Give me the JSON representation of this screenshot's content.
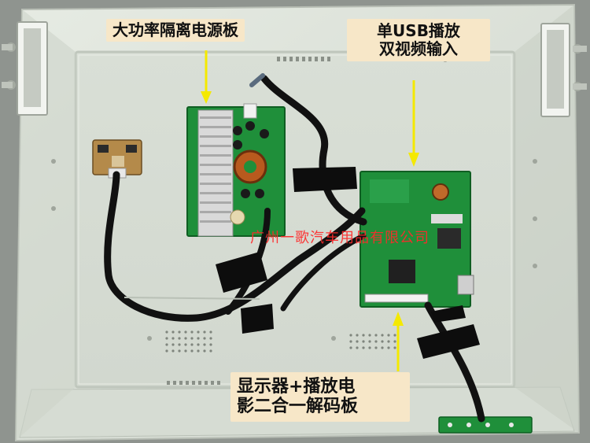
{
  "labels": {
    "power_board": "大功率隔离电源板",
    "usb_input_line1": "单USB播放",
    "usb_input_line2": "双视频输入",
    "decoder_line1": "显示器+播放电",
    "decoder_line2": "影二合一解码板"
  },
  "watermark": "广州一歌汽车用品有限公司",
  "colors": {
    "label_bg": "#f7e7c8",
    "arrow": "#f4e900",
    "watermark": "#ff2a2a",
    "pcb": "#1f8f3a",
    "metal": "#dfe4dc"
  }
}
